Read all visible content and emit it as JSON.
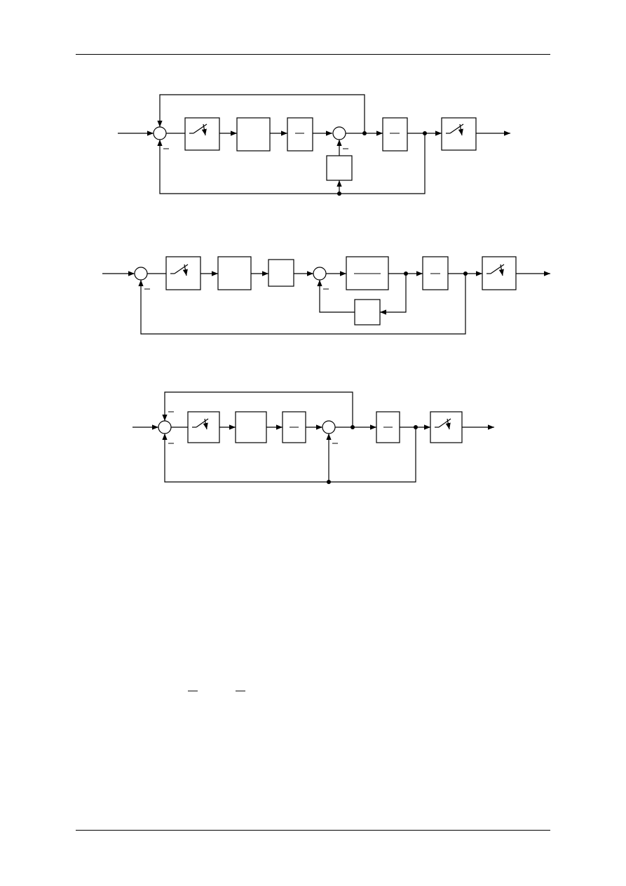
{
  "page": {
    "header_rule": "",
    "footer_rule": ""
  },
  "diagrams": [
    {
      "name": "block-diagram-1",
      "summing_junctions": 2,
      "blocks": 6
    },
    {
      "name": "block-diagram-2",
      "summing_junctions": 2,
      "blocks": 7
    },
    {
      "name": "block-diagram-3",
      "summing_junctions": 2,
      "blocks": 5
    }
  ],
  "colors": {
    "ink": "#000000",
    "background": "#ffffff"
  },
  "icons": [
    "sampler-switch-icon",
    "arrowhead-icon",
    "junction-dot-icon",
    "fraction-bar-icon"
  ]
}
